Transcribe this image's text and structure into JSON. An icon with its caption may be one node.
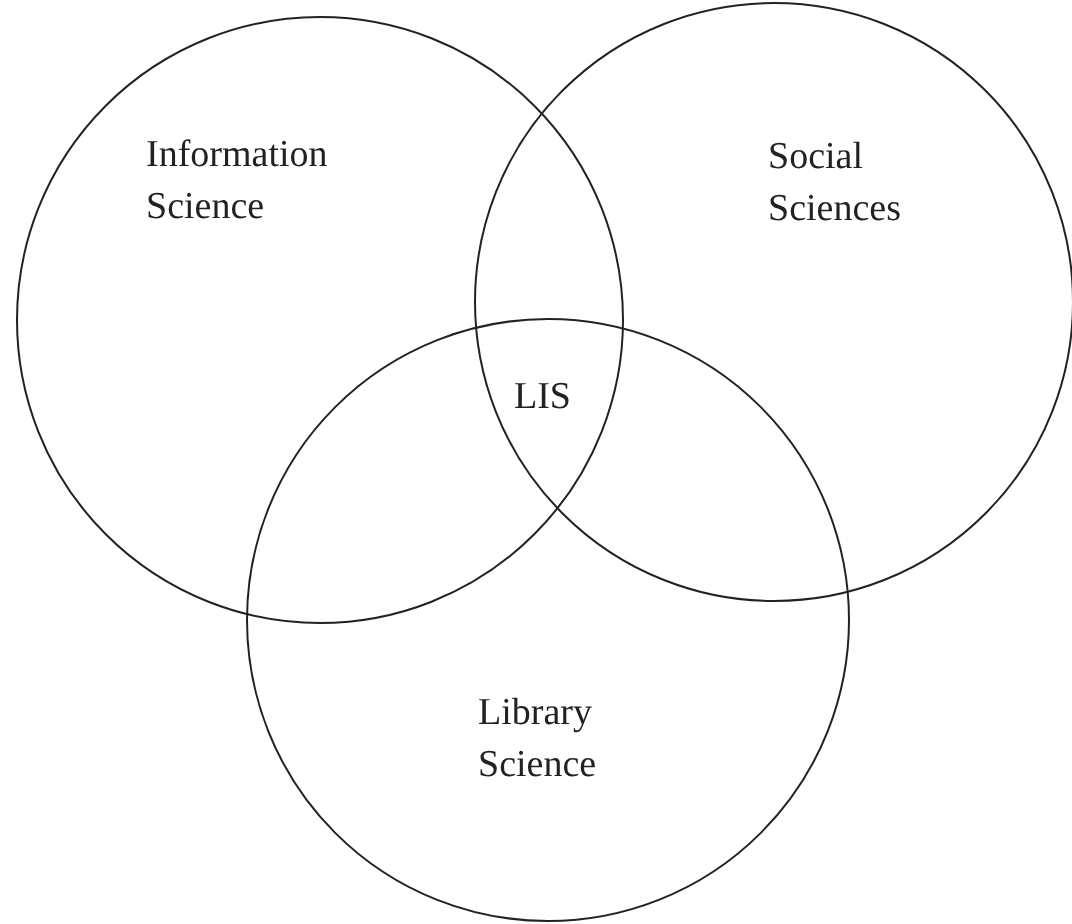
{
  "diagram": {
    "nodes": [
      {
        "text": [
          "Information Science"
        ]
      },
      {
        "text": [
          "Social Sciences"
        ]
      },
      {
        "text": [
          "Library Science"
        ]
      }
    ],
    "labels": [
      "LIS"
    ]
  }
}
